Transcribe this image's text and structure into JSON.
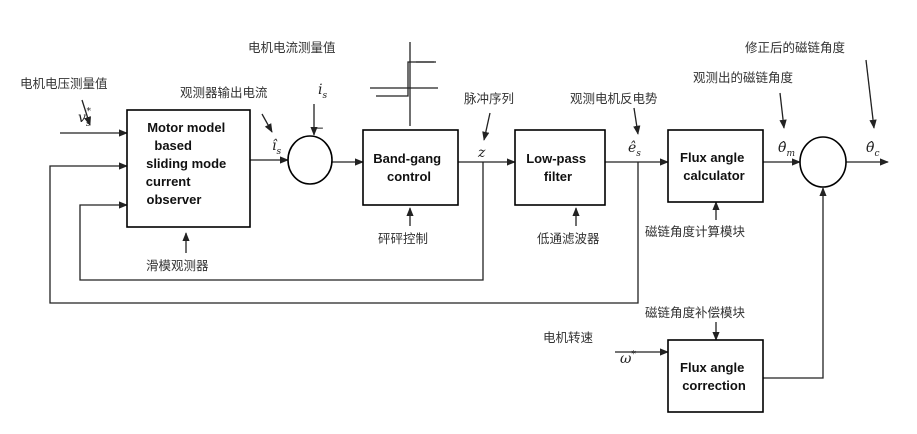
{
  "blocks": {
    "observer": [
      "Motor model",
      "based",
      "sliding mode",
      "current",
      "observer"
    ],
    "bang": [
      "Band-gang",
      "control"
    ],
    "lowpass": [
      "Low-pass",
      "filter"
    ],
    "calc": [
      "Flux angle",
      "calculator"
    ],
    "correction": [
      "Flux angle",
      "correction"
    ]
  },
  "labels": {
    "voltage": "电机电压测量值",
    "current_meas": "电机电流测量值",
    "observer_out": "观测器输出电流",
    "pulse": "脉冲序列",
    "back_emf": "观测电机反电势",
    "observed_angle": "观测出的磁链角度",
    "corrected_angle": "修正后的磁链角度",
    "sliding_observer": "滑模观测器",
    "bang_ctrl": "砰砰控制",
    "lp_filter": "低通滤波器",
    "calc_module": "磁链角度计算模块",
    "comp_module": "磁链角度补偿模块",
    "speed": "电机转速"
  },
  "symbols": {
    "v": "v",
    "v_sub": "s",
    "v_sup": "*",
    "i_hat": "î",
    "i_hat_sub": "s",
    "i": "i",
    "i_sub": "s",
    "z": "z",
    "e_hat": "ê",
    "e_hat_sub": "s",
    "theta_m": "θ̂",
    "theta_m_sub": "m",
    "theta_c": "θ̂",
    "theta_c_sub": "c",
    "omega": "ω",
    "omega_sup": "*",
    "minus": "−"
  }
}
